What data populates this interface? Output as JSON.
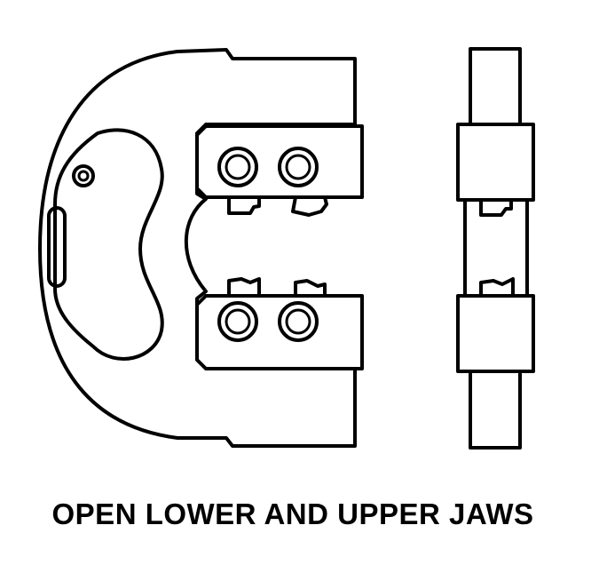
{
  "caption": "OPEN LOWER AND UPPER JAWS",
  "colors": {
    "ink": "#000000",
    "paper": "#ffffff"
  },
  "parts": {
    "frame": "c-frame",
    "upper_jaw": "upper-jaw",
    "lower_jaw": "lower-jaw",
    "side_view": "side-view"
  }
}
